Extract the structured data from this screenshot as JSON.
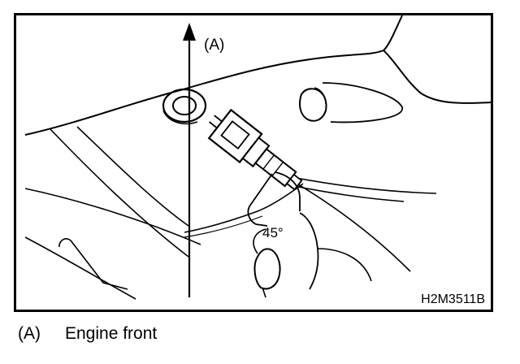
{
  "diagram": {
    "arrow_label": "(A)",
    "angle_label": "45°",
    "figure_code": "H2M3511B"
  },
  "legend": {
    "key": "(A)",
    "description": "Engine front"
  }
}
